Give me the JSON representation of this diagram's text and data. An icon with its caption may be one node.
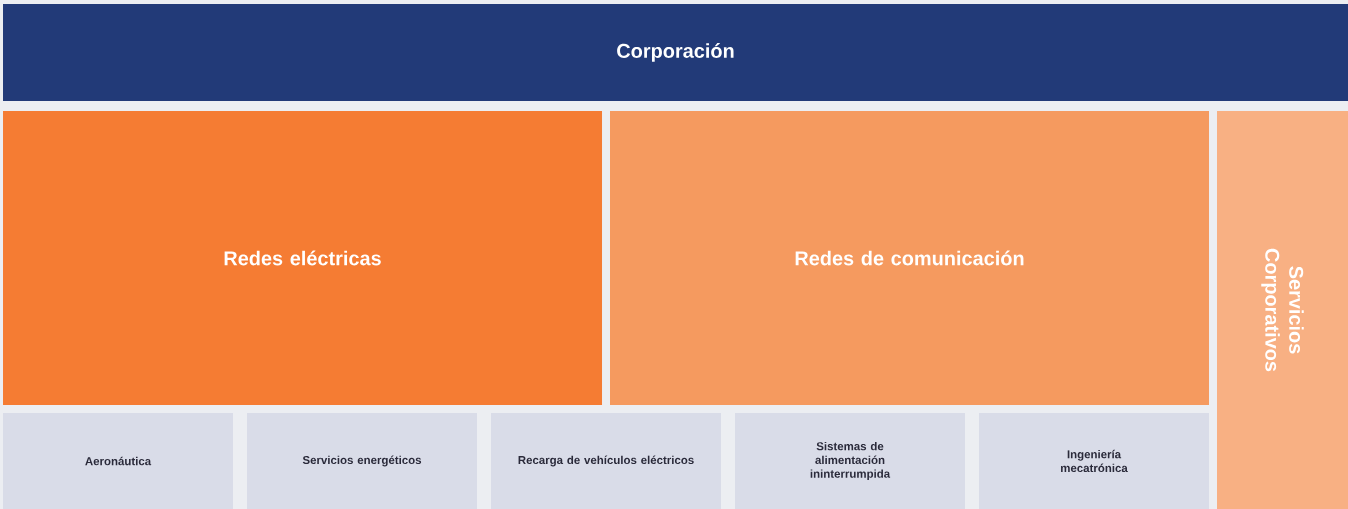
{
  "diagram": {
    "nodes": [
      {
        "text": [
          "Corporación"
        ]
      },
      {
        "text": [
          "Redes eléctricas"
        ]
      },
      {
        "text": [
          "Redes de comunicación"
        ]
      },
      {
        "text": [
          "Servicios Corporativos"
        ]
      },
      {
        "text": [
          "Aeronáutica"
        ]
      },
      {
        "text": [
          "Servicios energéticos"
        ]
      },
      {
        "text": [
          "Recarga de vehículos eléctricos"
        ]
      },
      {
        "text": [
          "Sistemas de alimentación ininterrumpida"
        ]
      },
      {
        "text": [
          "Ingeniería mecatrónica"
        ]
      }
    ]
  }
}
